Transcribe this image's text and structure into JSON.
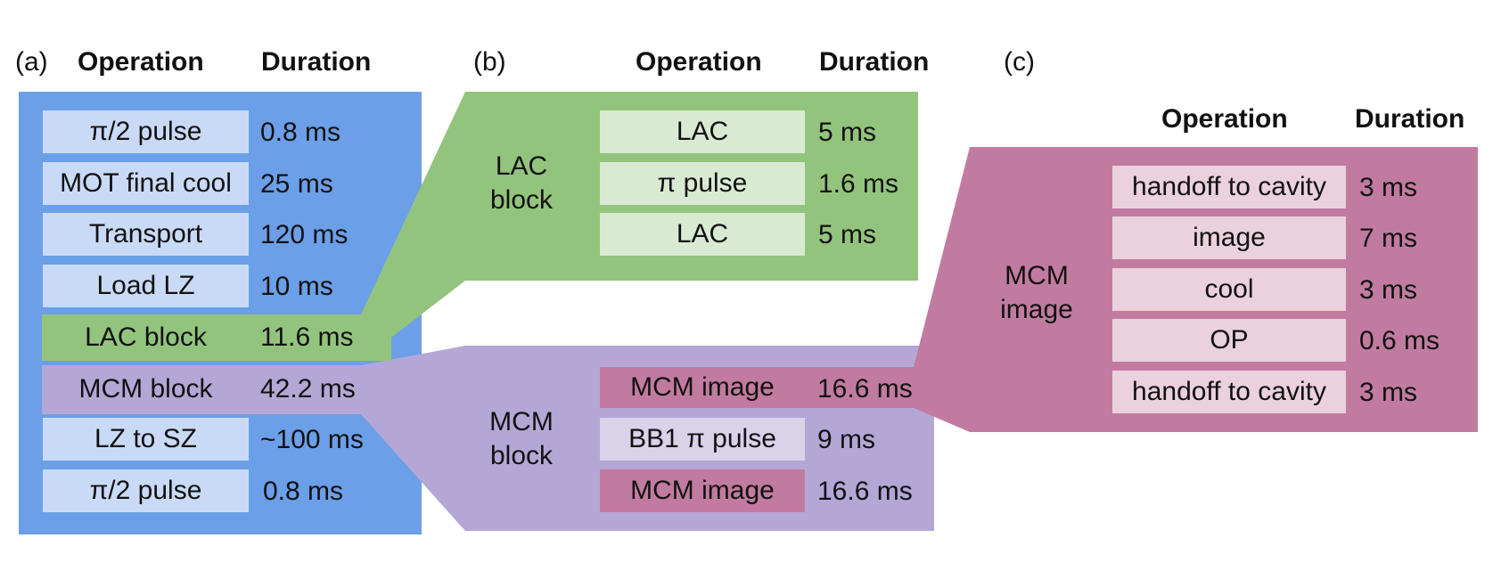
{
  "colors": {
    "blue_panel": "#6b9fe8",
    "blue_box": "#c9daf7",
    "green_panel": "#93c47d",
    "green_box": "#d9ead3",
    "purple_panel": "#b4a7d6",
    "purple_box": "#d9d2e9",
    "pink_panel": "#c27ba0",
    "pink_box": "#ead1dc"
  },
  "panel_a": {
    "tag": "(a)",
    "header_operation": "Operation",
    "header_duration": "Duration",
    "rows": [
      {
        "op": "π/2 pulse",
        "dur": "0.8 ms"
      },
      {
        "op": "MOT final cool",
        "dur": "25 ms"
      },
      {
        "op": "Transport",
        "dur": "120 ms"
      },
      {
        "op": "Load LZ",
        "dur": "10 ms"
      },
      {
        "op": "LAC block",
        "dur": "11.6 ms"
      },
      {
        "op": "MCM block",
        "dur": "42.2 ms"
      },
      {
        "op": "LZ  to SZ",
        "dur": "~100 ms"
      },
      {
        "op": "π/2 pulse",
        "dur": "0.8 ms"
      }
    ]
  },
  "panel_b": {
    "tag": "(b)",
    "header_operation": "Operation",
    "header_duration": "Duration",
    "lac_label_1": "LAC",
    "lac_label_2": "block",
    "lac_rows": [
      {
        "op": "LAC",
        "dur": "5 ms"
      },
      {
        "op": "π pulse",
        "dur": "1.6 ms"
      },
      {
        "op": "LAC",
        "dur": "5 ms"
      }
    ],
    "mcm_label_1": "MCM",
    "mcm_label_2": "block",
    "mcm_rows": [
      {
        "op": "MCM image",
        "dur": "16.6 ms"
      },
      {
        "op": "BB1 π pulse",
        "dur": "9 ms"
      },
      {
        "op": "MCM image",
        "dur": "16.6 ms"
      }
    ]
  },
  "panel_c": {
    "tag": "(c)",
    "header_operation": "Operation",
    "header_duration": "Duration",
    "label_1": "MCM",
    "label_2": "image",
    "rows": [
      {
        "op": "handoff to cavity",
        "dur": "3 ms"
      },
      {
        "op": "image",
        "dur": "7 ms"
      },
      {
        "op": "cool",
        "dur": "3 ms"
      },
      {
        "op": "OP",
        "dur": "0.6 ms"
      },
      {
        "op": "handoff to cavity",
        "dur": "3 ms"
      }
    ]
  }
}
